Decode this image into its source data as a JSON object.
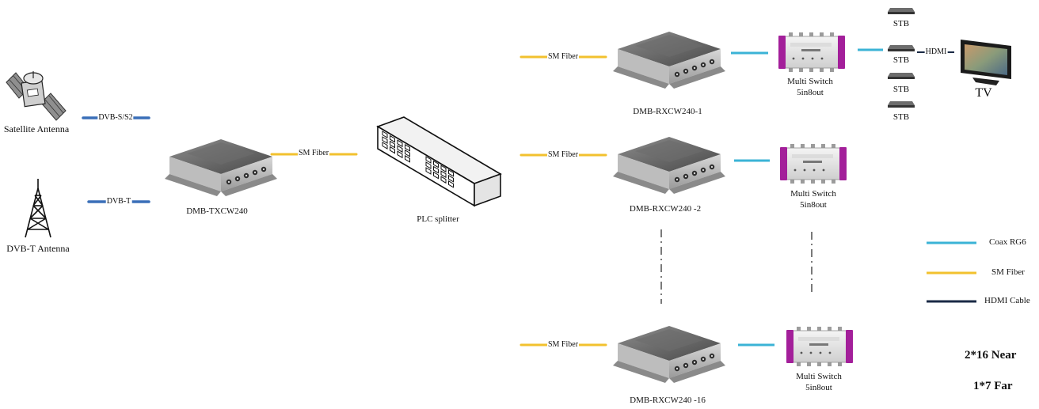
{
  "colors": {
    "coax": "#3bb3d6",
    "fiber": "#f2c12e",
    "hdmi": "#1a2a45",
    "satellite_link": "#3a6fb8",
    "switch_purple": "#a31f9a"
  },
  "sources": {
    "satellite": {
      "label": "Satellite Antenna",
      "link": "DVB-S/S2",
      "icon": "satellite-icon"
    },
    "terrestrial": {
      "label": "DVB-T Antenna",
      "link": "DVB-T",
      "icon": "antenna-tower-icon"
    }
  },
  "transmitter": {
    "label": "DMB-TXCW240",
    "link": "SM Fiber"
  },
  "splitter": {
    "label": "PLC splitter"
  },
  "receivers": [
    {
      "label": "DMB-RXCW240-1",
      "link": "SM Fiber",
      "switch": [
        "Multi Switch",
        "5in8out"
      ]
    },
    {
      "label": "DMB-RXCW240 -2",
      "link": "SM Fiber",
      "switch": [
        "Multi Switch",
        "5in8out"
      ]
    },
    {
      "label": "DMB-RXCW240 -16",
      "link": "SM Fiber",
      "switch": [
        "Multi Switch",
        "5in8out"
      ]
    }
  ],
  "stbs": [
    "STB",
    "STB",
    "STB",
    "STB"
  ],
  "hdmi_label": "HDMI",
  "tv_label": "TV",
  "legend": [
    {
      "label": "Coax RG6",
      "color": "#3bb3d6"
    },
    {
      "label": "SM Fiber",
      "color": "#f2c12e"
    },
    {
      "label": "HDMI Cable",
      "color": "#1a2a45"
    }
  ],
  "notes": [
    "2*16  Near",
    "1*7 Far"
  ]
}
